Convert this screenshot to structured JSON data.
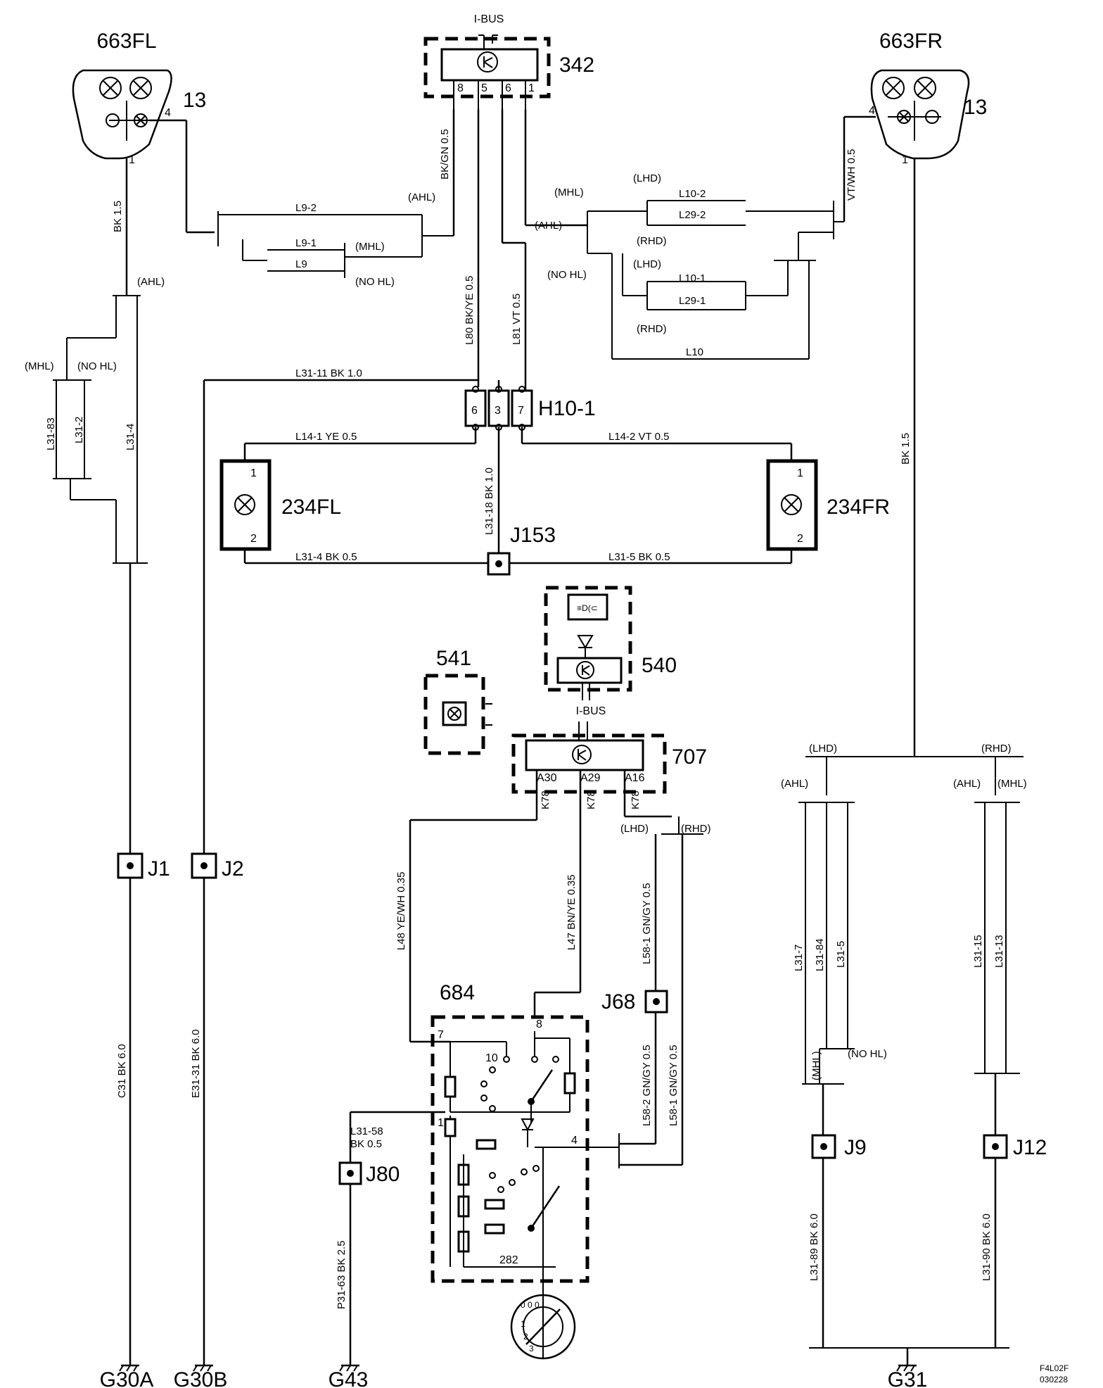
{
  "components": {
    "lamp_fl": "663FL",
    "lamp_fr": "663FR",
    "pin_13_left": "13",
    "pin_13_right": "13",
    "module_342": "342",
    "ibus_top": "I-BUS",
    "connector_h10": "H10-1",
    "fog_fl": "234FL",
    "fog_fr": "234FR",
    "junction_j153": "J153",
    "module_541": "541",
    "module_540": "540",
    "ibus_mid": "I-BUS",
    "module_707": "707",
    "switch_684": "684",
    "dimmer_282": "282",
    "j1": "J1",
    "j2": "J2",
    "j9": "J9",
    "j12": "J12",
    "j68": "J68",
    "j80": "J80",
    "g30a": "G30A",
    "g30b": "G30B",
    "g43": "G43",
    "g31": "G31",
    "code_top": "F4L02F",
    "code_bottom": "030228"
  },
  "pins": {
    "lamp_fl_1": "1",
    "lamp_fl_4": "4",
    "lamp_fr_1": "1",
    "lamp_fr_4": "4",
    "m342_8": "8",
    "m342_5": "5",
    "m342_6": "6",
    "m342_1": "1",
    "m342_f": "F",
    "h10_6": "6",
    "h10_3": "3",
    "h10_7": "7",
    "fog_1": "1",
    "fog_2": "2",
    "m707_a30": "A30",
    "m707_a29": "A29",
    "m707_a16": "A16",
    "k78": "K78",
    "sw_7": "7",
    "sw_8": "8",
    "sw_10": "10",
    "sw_1": "1",
    "sw_4": "4"
  },
  "wires": {
    "w_bk15_left": "BK   1.5",
    "w_bkgn": "BK/GN  0.5",
    "w_vtwh": "VT/WH  0.5",
    "w_bk15_right": "BK   1.5",
    "w_l9_2": "L9-2",
    "w_l9_1": "L9-1",
    "w_l9": "L9",
    "w_l10_2": "L10-2",
    "w_l29_2": "L29-2",
    "w_l10_1": "L10-1",
    "w_l29_1": "L29-1",
    "w_l10": "L10",
    "w_l80": "L80  BK/YE  0.5",
    "w_l81": "L81  VT     0.5",
    "w_l31_11": "L31-11   BK   1.0",
    "w_l14_1": "L14-1  YE     0.5",
    "w_l14_2": "L14-2   VT     0.5",
    "w_l31_18": "L31-18  BK  1.0",
    "w_l31_4b": "L31-4   BK    0.5",
    "w_l31_5b": "L31-5   BK   0.5",
    "w_l31_83": "L31-83",
    "w_l31_2": "L31-2",
    "w_l31_4": "L31-4",
    "w_c31": "C31  BK  6.0",
    "w_e31": "E31-31  BK  6.0",
    "w_l48": "L48   YE/WH  0.35",
    "w_l47": "L47   BN/YE  0.35",
    "w_l58_1a": "L58-1  GN/GY  0.5",
    "w_l58_2": "L58-2  GN/GY  0.5",
    "w_l58_1b": "L58-1  GN/GY  0.5",
    "w_l31_58": "L31-58",
    "w_bk05": "BK    0.5",
    "w_p31_63": "P31-63  BK  2.5",
    "w_l31_7": "L31-7",
    "w_l31_84": "L31-84",
    "w_l31_5": "L31-5",
    "w_l31_15": "L31-15",
    "w_l31_13": "L31-13",
    "w_l31_89": "L31-89   BK  6.0",
    "w_l31_90": "L31-90   BK  6.0"
  },
  "variants": {
    "ahl_a": "(AHL)",
    "mhl_a": "(MHL)",
    "nohl_a": "(NO HL)",
    "ahl_b": "(AHL)",
    "mhl_c": "(MHL)",
    "nohl_c": "(NO HL)",
    "mhl_d": "(MHL)",
    "lhd_d": "(LHD)",
    "ahl_d": "(AHL)",
    "rhd_d": "(RHD)",
    "nohl_d": "(NO HL)",
    "lhd_e": "(LHD)",
    "rhd_e": "(RHD)",
    "lhd_f": "(LHD)",
    "rhd_f": "(RHD)",
    "lhd_g": "(LHD)",
    "rhd_g": "(RHD)",
    "ahl_h": "(AHL)",
    "ahl_i": "(AHL)",
    "mhl_i": "(MHL)",
    "mhl_j": "(MHL)",
    "nohl_j": "(NO HL)"
  }
}
